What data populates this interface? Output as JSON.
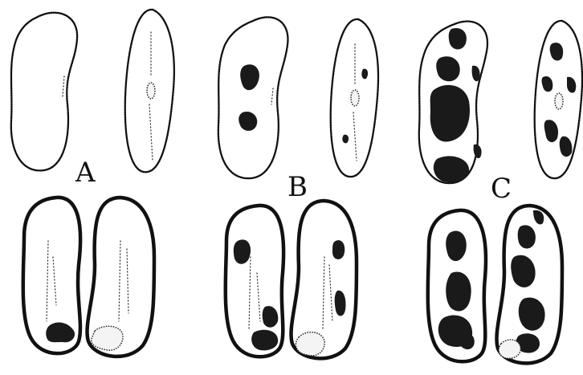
{
  "figure": {
    "panels": [
      {
        "letter": "A",
        "stain_level": "none"
      },
      {
        "letter": "B",
        "stain_level": "light"
      },
      {
        "letter": "C",
        "stain_level": "heavy"
      }
    ]
  }
}
